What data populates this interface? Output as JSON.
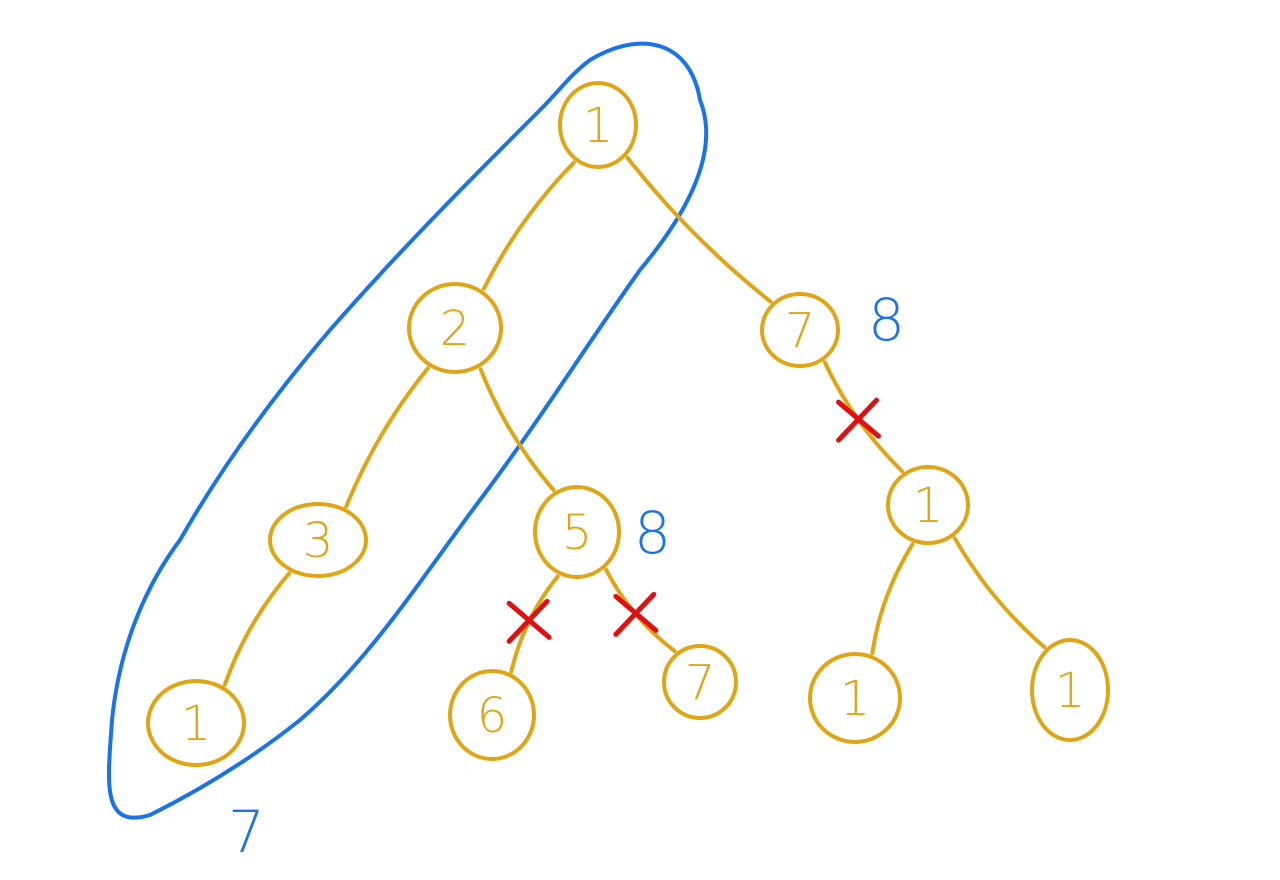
{
  "colors": {
    "node": "#e0a514",
    "annotation": "#1a73e8",
    "cross": "#e01010",
    "background": "#ffffff"
  },
  "nodes": [
    {
      "id": "n-root",
      "label": "1"
    },
    {
      "id": "n-2",
      "label": "2"
    },
    {
      "id": "n-7",
      "label": "7"
    },
    {
      "id": "n-3",
      "label": "3"
    },
    {
      "id": "n-5",
      "label": "5"
    },
    {
      "id": "n-1b",
      "label": "1"
    },
    {
      "id": "n-1a",
      "label": "1"
    },
    {
      "id": "n-6",
      "label": "6"
    },
    {
      "id": "n-7b",
      "label": "7"
    },
    {
      "id": "n-1c",
      "label": "1"
    },
    {
      "id": "n-1d",
      "label": "1"
    }
  ],
  "edges": [
    {
      "from": "n-root",
      "to": "n-2",
      "cut": false
    },
    {
      "from": "n-root",
      "to": "n-7",
      "cut": false
    },
    {
      "from": "n-2",
      "to": "n-3",
      "cut": false
    },
    {
      "from": "n-2",
      "to": "n-5",
      "cut": false
    },
    {
      "from": "n-3",
      "to": "n-1a",
      "cut": false
    },
    {
      "from": "n-5",
      "to": "n-6",
      "cut": true
    },
    {
      "from": "n-5",
      "to": "n-7b",
      "cut": true
    },
    {
      "from": "n-7",
      "to": "n-1b",
      "cut": true
    },
    {
      "from": "n-1b",
      "to": "n-1c",
      "cut": false
    },
    {
      "from": "n-1b",
      "to": "n-1d",
      "cut": false
    }
  ],
  "annotations": {
    "path_sum": "7",
    "sum_at_7": "8",
    "sum_at_5": "8"
  }
}
